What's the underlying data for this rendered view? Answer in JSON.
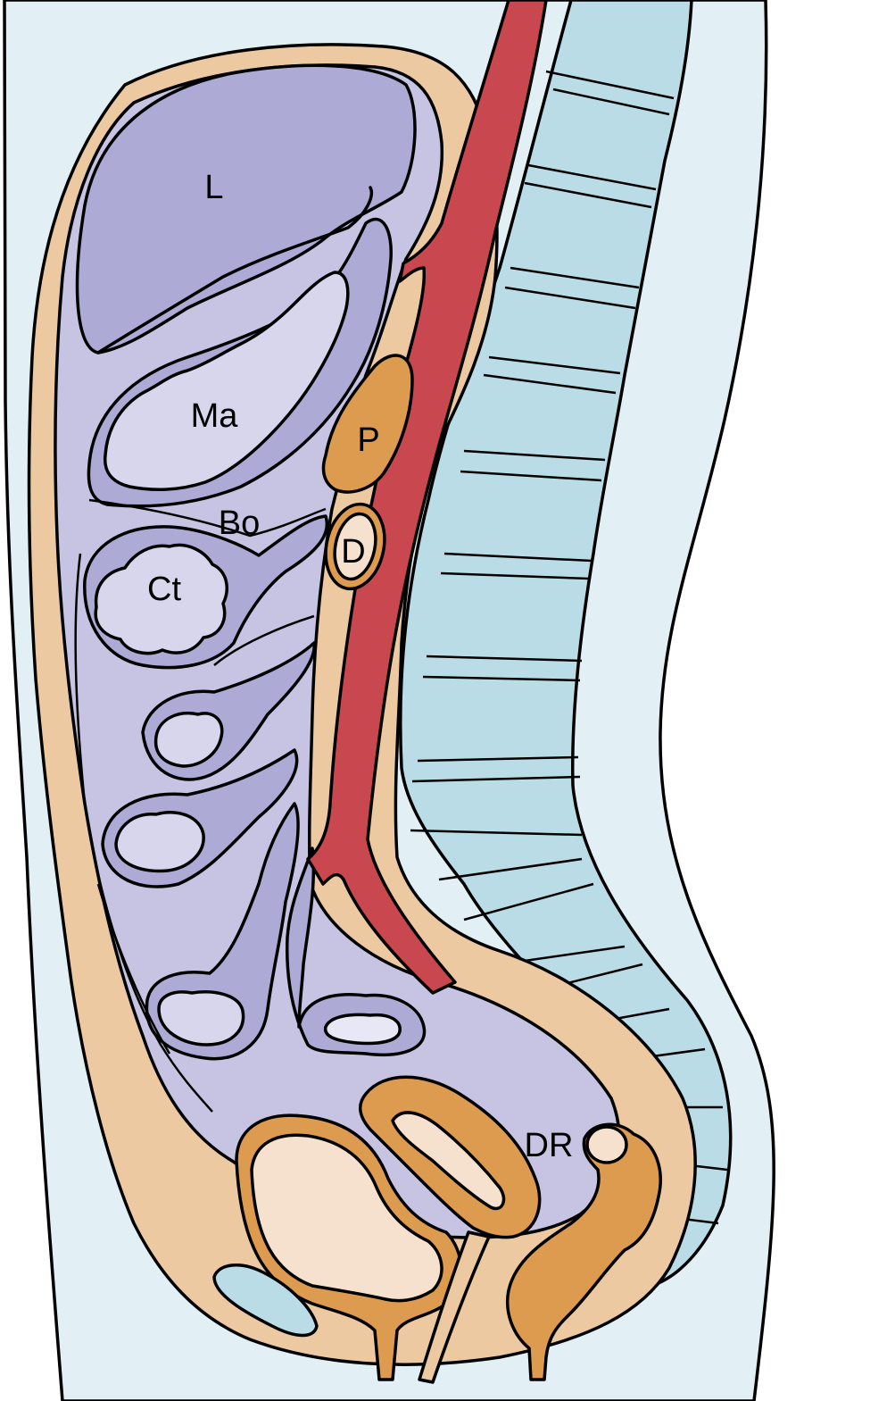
{
  "labels": {
    "liver": "L",
    "stomach": "Ma",
    "omentum": "Bo",
    "colon": "Ct",
    "pancreas": "P",
    "duodenum": "D",
    "rectouterine_pouch": "DR"
  },
  "colors": {
    "background": "#e2f0f5",
    "retroperitoneal_fat": "#edc9a1",
    "peritoneal_cavity": "#c6c4e2",
    "mesentery_band": "#adabd5",
    "viscera_lumen": "#d7d6ec",
    "aorta": "#c9474f",
    "spine": "#b9dce6",
    "organ_orange": "#dc9b4e",
    "bladder_lumen": "#f6e1cf"
  }
}
